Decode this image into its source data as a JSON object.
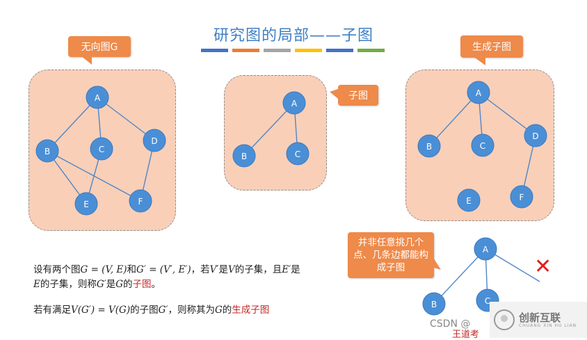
{
  "watermark_top": "",
  "title": "研究图的局部——子图",
  "title_bar_colors": [
    "#4472c4",
    "#ed7d31",
    "#a5a5a5",
    "#ffc000",
    "#4472c4",
    "#70ad47"
  ],
  "callouts": {
    "undirected": "无向图G",
    "subgraph": "子图",
    "spanning": "生成子图",
    "arbitrary": "并非任意挑几个点、几条边都能构成子图"
  },
  "graph_full": {
    "nodes": [
      "A",
      "B",
      "C",
      "D",
      "E",
      "F"
    ],
    "edges": [
      [
        "A",
        "B"
      ],
      [
        "A",
        "C"
      ],
      [
        "A",
        "D"
      ],
      [
        "B",
        "E"
      ],
      [
        "B",
        "F"
      ],
      [
        "C",
        "E"
      ],
      [
        "D",
        "F"
      ]
    ]
  },
  "graph_sub": {
    "nodes": [
      "A",
      "B",
      "C"
    ],
    "edges": [
      [
        "A",
        "B"
      ],
      [
        "A",
        "C"
      ]
    ]
  },
  "graph_spanning": {
    "nodes": [
      "A",
      "B",
      "C",
      "D",
      "E",
      "F"
    ],
    "edges": [
      [
        "A",
        "B"
      ],
      [
        "A",
        "C"
      ],
      [
        "A",
        "D"
      ],
      [
        "D",
        "F"
      ]
    ]
  },
  "graph_invalid": {
    "nodes": [
      "A",
      "B",
      "C"
    ],
    "edges": [
      [
        "A",
        "B"
      ],
      [
        "A",
        "C"
      ],
      [
        "A",
        "dangling"
      ]
    ]
  },
  "definition1_a": "设有两个图",
  "definition1_b": "G = (V, E)",
  "definition1_c": "和",
  "definition1_d": "G′ = (V′, E′)",
  "definition1_e": "，若",
  "definition1_f": "V′",
  "definition1_g": "是",
  "definition1_h": "V",
  "definition1_i": "的子集，且",
  "definition1_j": "E′",
  "definition1_k": "是",
  "definition2_a": "E",
  "definition2_b": "的子集，则称",
  "definition2_c": "G′",
  "definition2_d": "是",
  "definition2_e": "G",
  "definition2_f": "的",
  "definition2_g": "子图",
  "definition2_h": "。",
  "definition3_a": "若有满足",
  "definition3_b": "V(G′) = V(G)",
  "definition3_c": "的子图",
  "definition3_d": "G′",
  "definition3_e": "，则称其为",
  "definition3_f": "G",
  "definition3_g": "的",
  "definition3_h": "生成子图",
  "cross_symbol": "✕",
  "watermark_bottom": "CSDN @",
  "partial_text": "王道考",
  "logo_main": "创新互联",
  "logo_sub": "CHUANG XIN HU LIAN"
}
